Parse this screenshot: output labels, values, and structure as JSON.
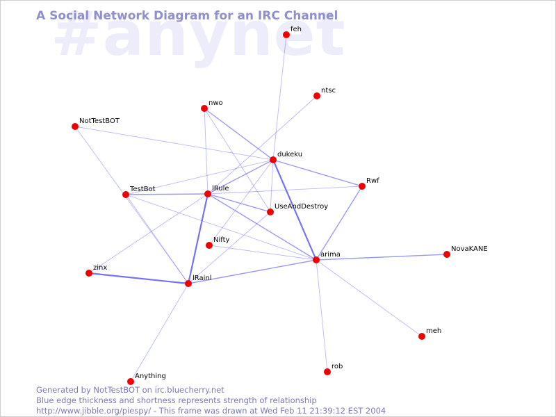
{
  "watermark": "#anynet",
  "title": "A Social Network Diagram for an IRC Channel",
  "colors": {
    "node": "#ee0000",
    "edge": "#6464ee",
    "title": "#8f8fd0",
    "watermark": "#ececfb",
    "footer": "#7a7ab8"
  },
  "nodes": [
    {
      "id": "feh",
      "label": "feh"
    },
    {
      "id": "ntsc",
      "label": "ntsc"
    },
    {
      "id": "nwo",
      "label": "nwo"
    },
    {
      "id": "NotTestBOT",
      "label": "NotTestBOT"
    },
    {
      "id": "dukeku",
      "label": "dukeku"
    },
    {
      "id": "Rwf",
      "label": "Rwf"
    },
    {
      "id": "TestBot",
      "label": "TestBot"
    },
    {
      "id": "lRule",
      "label": "lRule"
    },
    {
      "id": "UseAndDestroy",
      "label": "UseAndDestroy"
    },
    {
      "id": "Nifty",
      "label": "Nifty"
    },
    {
      "id": "arima",
      "label": "arima"
    },
    {
      "id": "NovaKANE",
      "label": "NovaKANE"
    },
    {
      "id": "zinx",
      "label": "zinx"
    },
    {
      "id": "lRainl",
      "label": "lRainl"
    },
    {
      "id": "meh",
      "label": "meh"
    },
    {
      "id": "rob",
      "label": "rob"
    },
    {
      "id": "Anything",
      "label": "Anything"
    }
  ],
  "edges": [
    {
      "source": "feh",
      "target": "dukeku",
      "strength": 1
    },
    {
      "source": "ntsc",
      "target": "lRule",
      "strength": 1
    },
    {
      "source": "nwo",
      "target": "dukeku",
      "strength": 2
    },
    {
      "source": "nwo",
      "target": "UseAndDestroy",
      "strength": 1
    },
    {
      "source": "nwo",
      "target": "lRule",
      "strength": 1
    },
    {
      "source": "NotTestBOT",
      "target": "dukeku",
      "strength": 1
    },
    {
      "source": "NotTestBOT",
      "target": "lRainl",
      "strength": 1
    },
    {
      "source": "dukeku",
      "target": "lRule",
      "strength": 2
    },
    {
      "source": "dukeku",
      "target": "Rwf",
      "strength": 2
    },
    {
      "source": "dukeku",
      "target": "arima",
      "strength": 3
    },
    {
      "source": "dukeku",
      "target": "TestBot",
      "strength": 1
    },
    {
      "source": "dukeku",
      "target": "Nifty",
      "strength": 1
    },
    {
      "source": "dukeku",
      "target": "UseAndDestroy",
      "strength": 1
    },
    {
      "source": "Rwf",
      "target": "arima",
      "strength": 2
    },
    {
      "source": "Rwf",
      "target": "lRule",
      "strength": 1
    },
    {
      "source": "TestBot",
      "target": "lRule",
      "strength": 2
    },
    {
      "source": "TestBot",
      "target": "arima",
      "strength": 1
    },
    {
      "source": "TestBot",
      "target": "lRainl",
      "strength": 1
    },
    {
      "source": "lRule",
      "target": "UseAndDestroy",
      "strength": 2
    },
    {
      "source": "lRule",
      "target": "arima",
      "strength": 2
    },
    {
      "source": "lRule",
      "target": "lRainl",
      "strength": 3
    },
    {
      "source": "lRule",
      "target": "zinx",
      "strength": 1
    },
    {
      "source": "UseAndDestroy",
      "target": "lRainl",
      "strength": 1
    },
    {
      "source": "Nifty",
      "target": "arima",
      "strength": 1
    },
    {
      "source": "arima",
      "target": "NovaKANE",
      "strength": 2
    },
    {
      "source": "arima",
      "target": "meh",
      "strength": 1
    },
    {
      "source": "arima",
      "target": "rob",
      "strength": 1
    },
    {
      "source": "arima",
      "target": "lRainl",
      "strength": 2
    },
    {
      "source": "zinx",
      "target": "lRainl",
      "strength": 3
    },
    {
      "source": "lRainl",
      "target": "Anything",
      "strength": 1
    }
  ],
  "footer": {
    "line1": "Generated by NotTestBOT on irc.bluecherry.net",
    "line2": "Blue edge thickness and shortness represents strength of relationship",
    "line3": "http://www.jibble.org/piespy/ - This frame was drawn at Wed Feb 11 21:39:12 EST 2004"
  }
}
